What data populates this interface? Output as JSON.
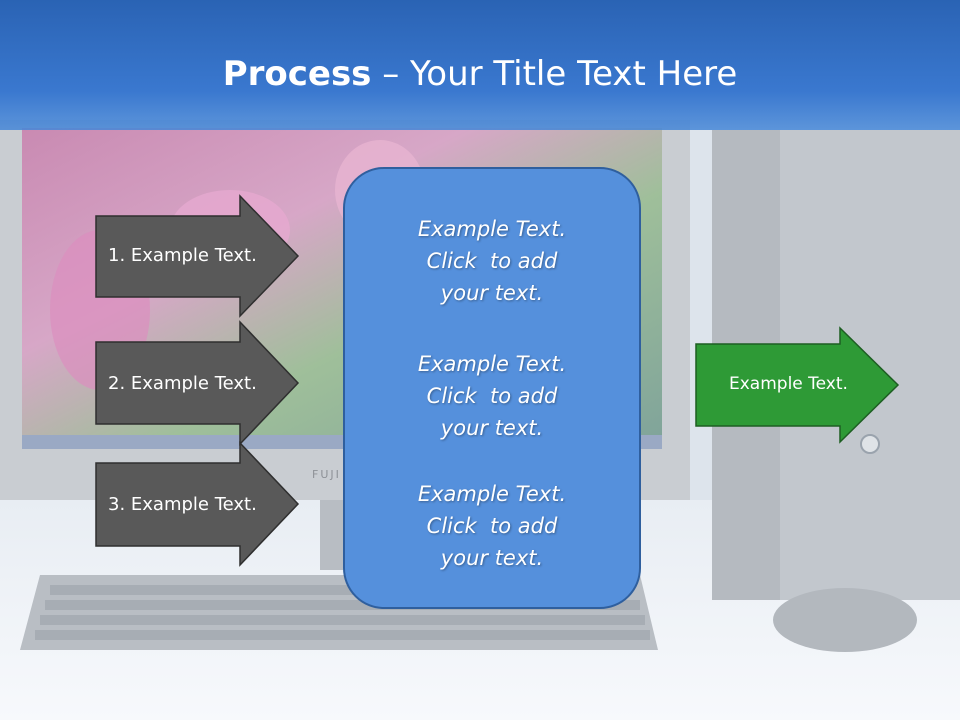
{
  "slide": {
    "title_bold": "Process",
    "title_rest": " – Your Title Text Here"
  },
  "left_arrows": [
    {
      "label": "1. Example Text."
    },
    {
      "label": "2. Example Text."
    },
    {
      "label": "3. Example Text."
    }
  ],
  "center_box": {
    "blocks": [
      {
        "line1": "Example Text.",
        "line2": "Click  to add",
        "line3": "your text."
      },
      {
        "line1": "Example Text.",
        "line2": "Click  to add",
        "line3": "your text."
      },
      {
        "line1": "Example Text.",
        "line2": "Click  to add",
        "line3": "your text."
      }
    ]
  },
  "right_arrow": {
    "label": "Example Text."
  },
  "background": {
    "monitor_brand": "FUJI"
  },
  "colors": {
    "header": "#2f6cc0",
    "gray_arrow": "#595959",
    "center_box": "#5590dc",
    "green_arrow": "#2e9a36"
  }
}
